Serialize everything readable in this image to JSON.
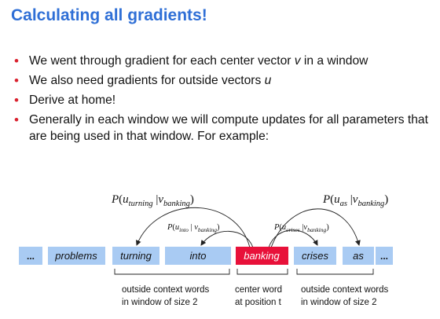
{
  "title": "Calculating all gradients!",
  "colors": {
    "title": "#2f6fd6",
    "bullet": "#d9212e",
    "word_box": "#a9cbf3",
    "center_box": "#e8113a"
  },
  "bullets": [
    {
      "parts": [
        "We went through gradient for each center vector ",
        "v",
        " in a window"
      ]
    },
    {
      "parts": [
        "We also need gradients for outside vectors ",
        "u",
        ""
      ]
    },
    {
      "parts": [
        "Derive at home!",
        "",
        ""
      ]
    },
    {
      "parts": [
        "Generally in each window we will compute updates for all parameters that are being used in that window. For example:",
        "",
        ""
      ]
    }
  ],
  "diagram": {
    "words": [
      {
        "text": "...",
        "type": "ellipsis"
      },
      {
        "text": "problems",
        "type": "context"
      },
      {
        "text": "turning",
        "type": "context"
      },
      {
        "text": "into",
        "type": "context"
      },
      {
        "text": "banking",
        "type": "center"
      },
      {
        "text": "crises",
        "type": "context"
      },
      {
        "text": "as",
        "type": "context"
      },
      {
        "text": "...",
        "type": "ellipsis"
      }
    ],
    "probabilities": {
      "turning": {
        "u_sub": "turning",
        "v_sub": "banking"
      },
      "into": {
        "u_sub": "into",
        "v_sub": "banking"
      },
      "crises": {
        "u_sub": "crises",
        "v_sub": "banking"
      },
      "as": {
        "u_sub": "as",
        "v_sub": "banking"
      }
    },
    "captions": {
      "left_line1": "outside context words",
      "left_line2": "in window of size 2",
      "center_line1": "center word",
      "center_line2": "at position t",
      "right_line1": "outside context words",
      "right_line2": "in window of size 2"
    }
  }
}
